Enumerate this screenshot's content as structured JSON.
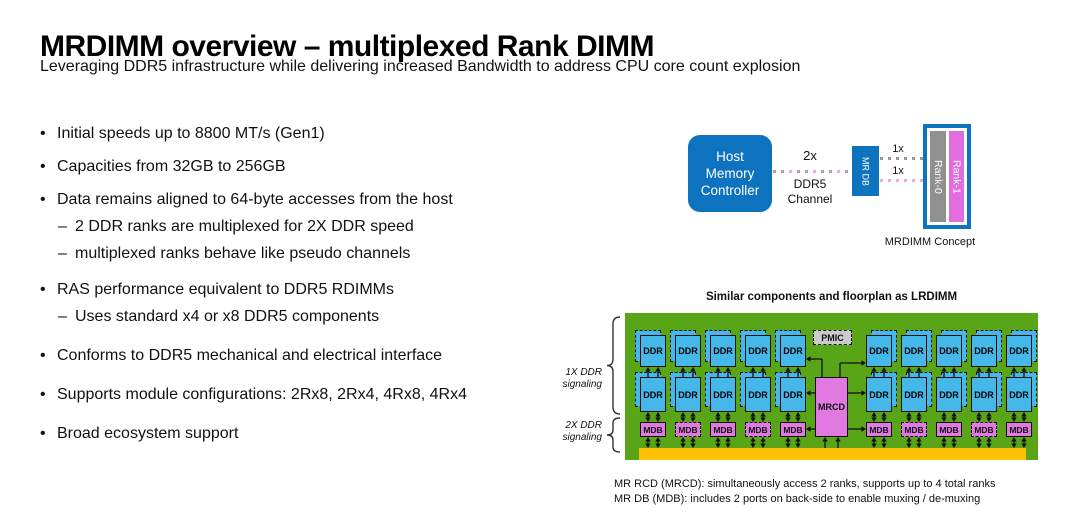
{
  "slide": {
    "title": "MRDIMM overview – multiplexed Rank DIMM",
    "subtitle": "Leveraging DDR5 infrastructure while delivering increased Bandwidth to address CPU core count explosion"
  },
  "markers": {
    "level1": "•",
    "level2": "–"
  },
  "bullets": [
    {
      "level": 1,
      "text": "Initial speeds up to 8800 MT/s (Gen1)"
    },
    {
      "level": 1,
      "text": "Capacities from 32GB to 256GB"
    },
    {
      "level": 1,
      "text": "Data remains aligned to 64-byte accesses from the host"
    },
    {
      "level": 2,
      "text": "2 DDR ranks are multiplexed for 2X DDR speed"
    },
    {
      "level": 2,
      "text": "multiplexed ranks behave like pseudo channels"
    },
    {
      "level": 1,
      "text": "RAS performance equivalent to DDR5 RDIMMs"
    },
    {
      "level": 2,
      "text": "Uses standard x4 or x8 DDR5 components"
    },
    {
      "level": 1,
      "text": "Conforms to DDR5 mechanical and electrical interface"
    },
    {
      "level": 1,
      "text": "Supports module configurations: 2Rx8, 2Rx4, 4Rx8, 4Rx4"
    },
    {
      "level": 1,
      "text": "Broad ecosystem support"
    }
  ],
  "concept": {
    "hmc_label": "Host\nMemory\nController",
    "channel_mult": "2x",
    "channel_label": "DDR5\nChannel",
    "mrdb_label": "MR DB",
    "lane_top": "1x",
    "lane_bottom": "1x",
    "rank0": "Rank-0",
    "rank1": "Rank-1",
    "caption": "MRDIMM Concept"
  },
  "floorplan": {
    "title": "Similar components and floorplan as LRDIMM",
    "pmic": "PMIC",
    "mrcd": "MRCD",
    "ddr": "DDR",
    "mdb": "MDB",
    "label_1x": "1X DDR\nsignaling",
    "label_2x": "2X DDR\nsignaling",
    "caption1": "MR RCD (MRCD): simultaneously access 2 ranks, supports up to 4 total ranks",
    "caption2": "MR DB (MDB): includes 2 ports on back-side to enable muxing / de-muxing",
    "left_cols": [
      15,
      50,
      85,
      120,
      155
    ],
    "right_cols": [
      241,
      276,
      311,
      346,
      381
    ],
    "mdb_dashed": [
      false,
      true,
      false,
      true,
      false
    ]
  },
  "colors": {
    "micron_blue": "#0d73be",
    "chip_blue": "#46b7e9",
    "magenta": "#e07ae0",
    "rank0_gray": "#909090",
    "board_green": "#58a517",
    "connector_yellow": "#ffc103",
    "pmic_gray": "#cbcbcb"
  }
}
